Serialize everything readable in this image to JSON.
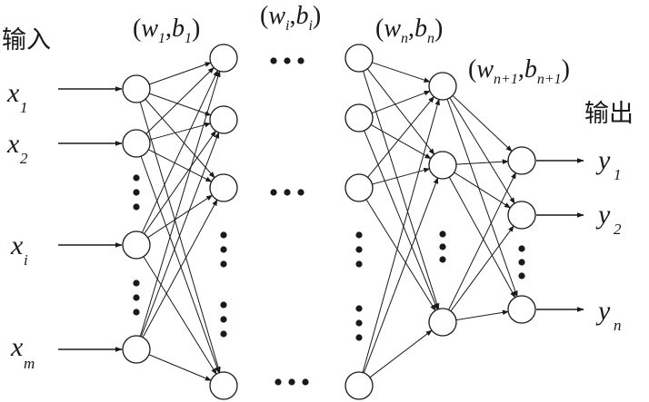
{
  "labels": {
    "input_title": "输入",
    "output_title": "输出"
  },
  "inputs": [
    {
      "var": "x",
      "sub": "1"
    },
    {
      "var": "x",
      "sub": "2"
    },
    {
      "var": "x",
      "sub": "i"
    },
    {
      "var": "x",
      "sub": "m"
    }
  ],
  "outputs": [
    {
      "var": "y",
      "sub": "1"
    },
    {
      "var": "y",
      "sub": "2"
    },
    {
      "var": "y",
      "sub": "n"
    }
  ],
  "layer_params": [
    {
      "w": "w",
      "w_sub": "1",
      "b": "b",
      "b_sub": "1"
    },
    {
      "w": "w",
      "w_sub": "i",
      "b": "b",
      "b_sub": "i"
    },
    {
      "w": "w",
      "w_sub": "n",
      "b": "b",
      "b_sub": "n"
    },
    {
      "w": "w",
      "w_sub": "n+1",
      "b": "b",
      "b_sub": "n+1"
    }
  ],
  "colors": {
    "ink": "#1a1a1a",
    "background": "#ffffff"
  }
}
